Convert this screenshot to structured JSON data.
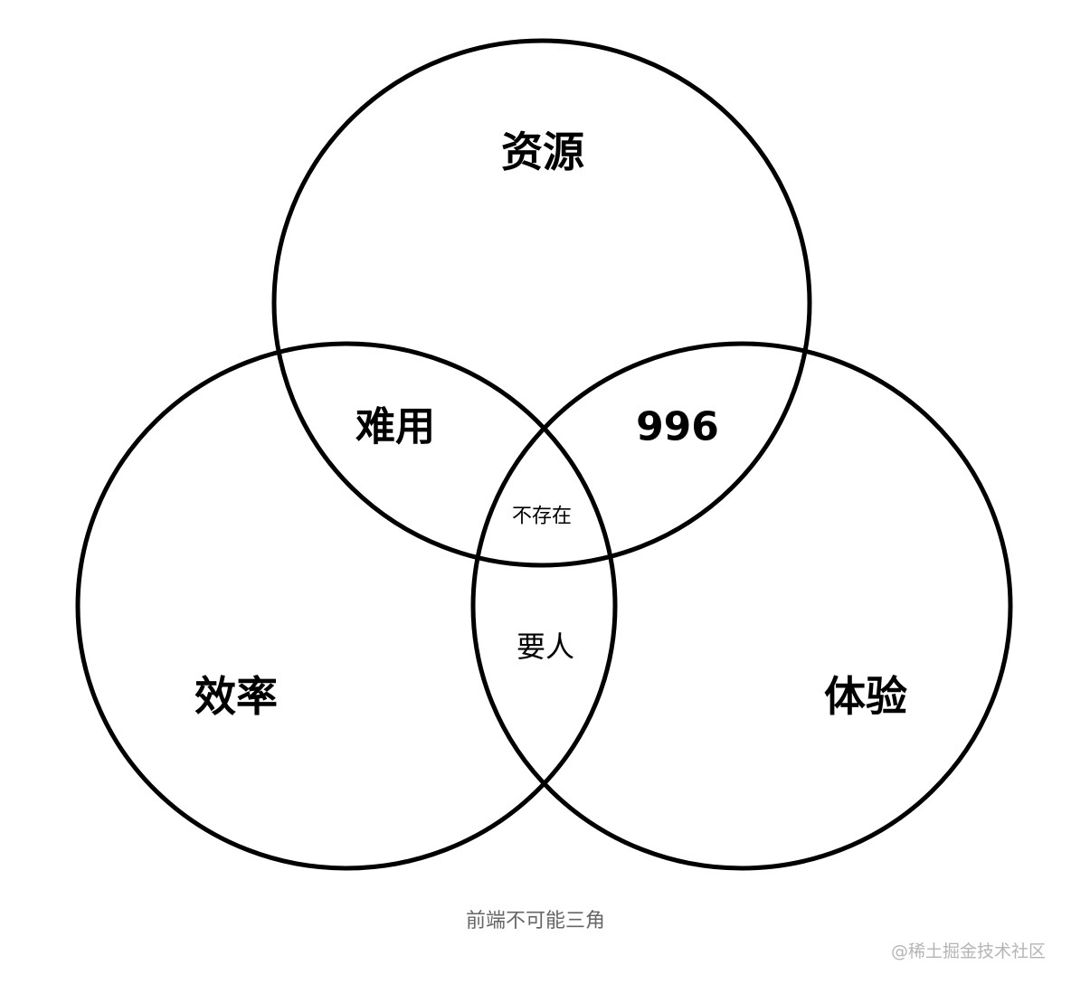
{
  "diagram": {
    "sets": {
      "top": "资源",
      "left": "效率",
      "right": "体验"
    },
    "intersections": {
      "top_left": "难用",
      "top_right": "996",
      "left_right": "要人",
      "center": "不存在"
    }
  },
  "caption": "前端不可能三角",
  "watermark": "@稀土掘金技术社区",
  "colors": {
    "stroke": "#000000",
    "caption": "#666666",
    "watermark": "#b5b5b5"
  }
}
